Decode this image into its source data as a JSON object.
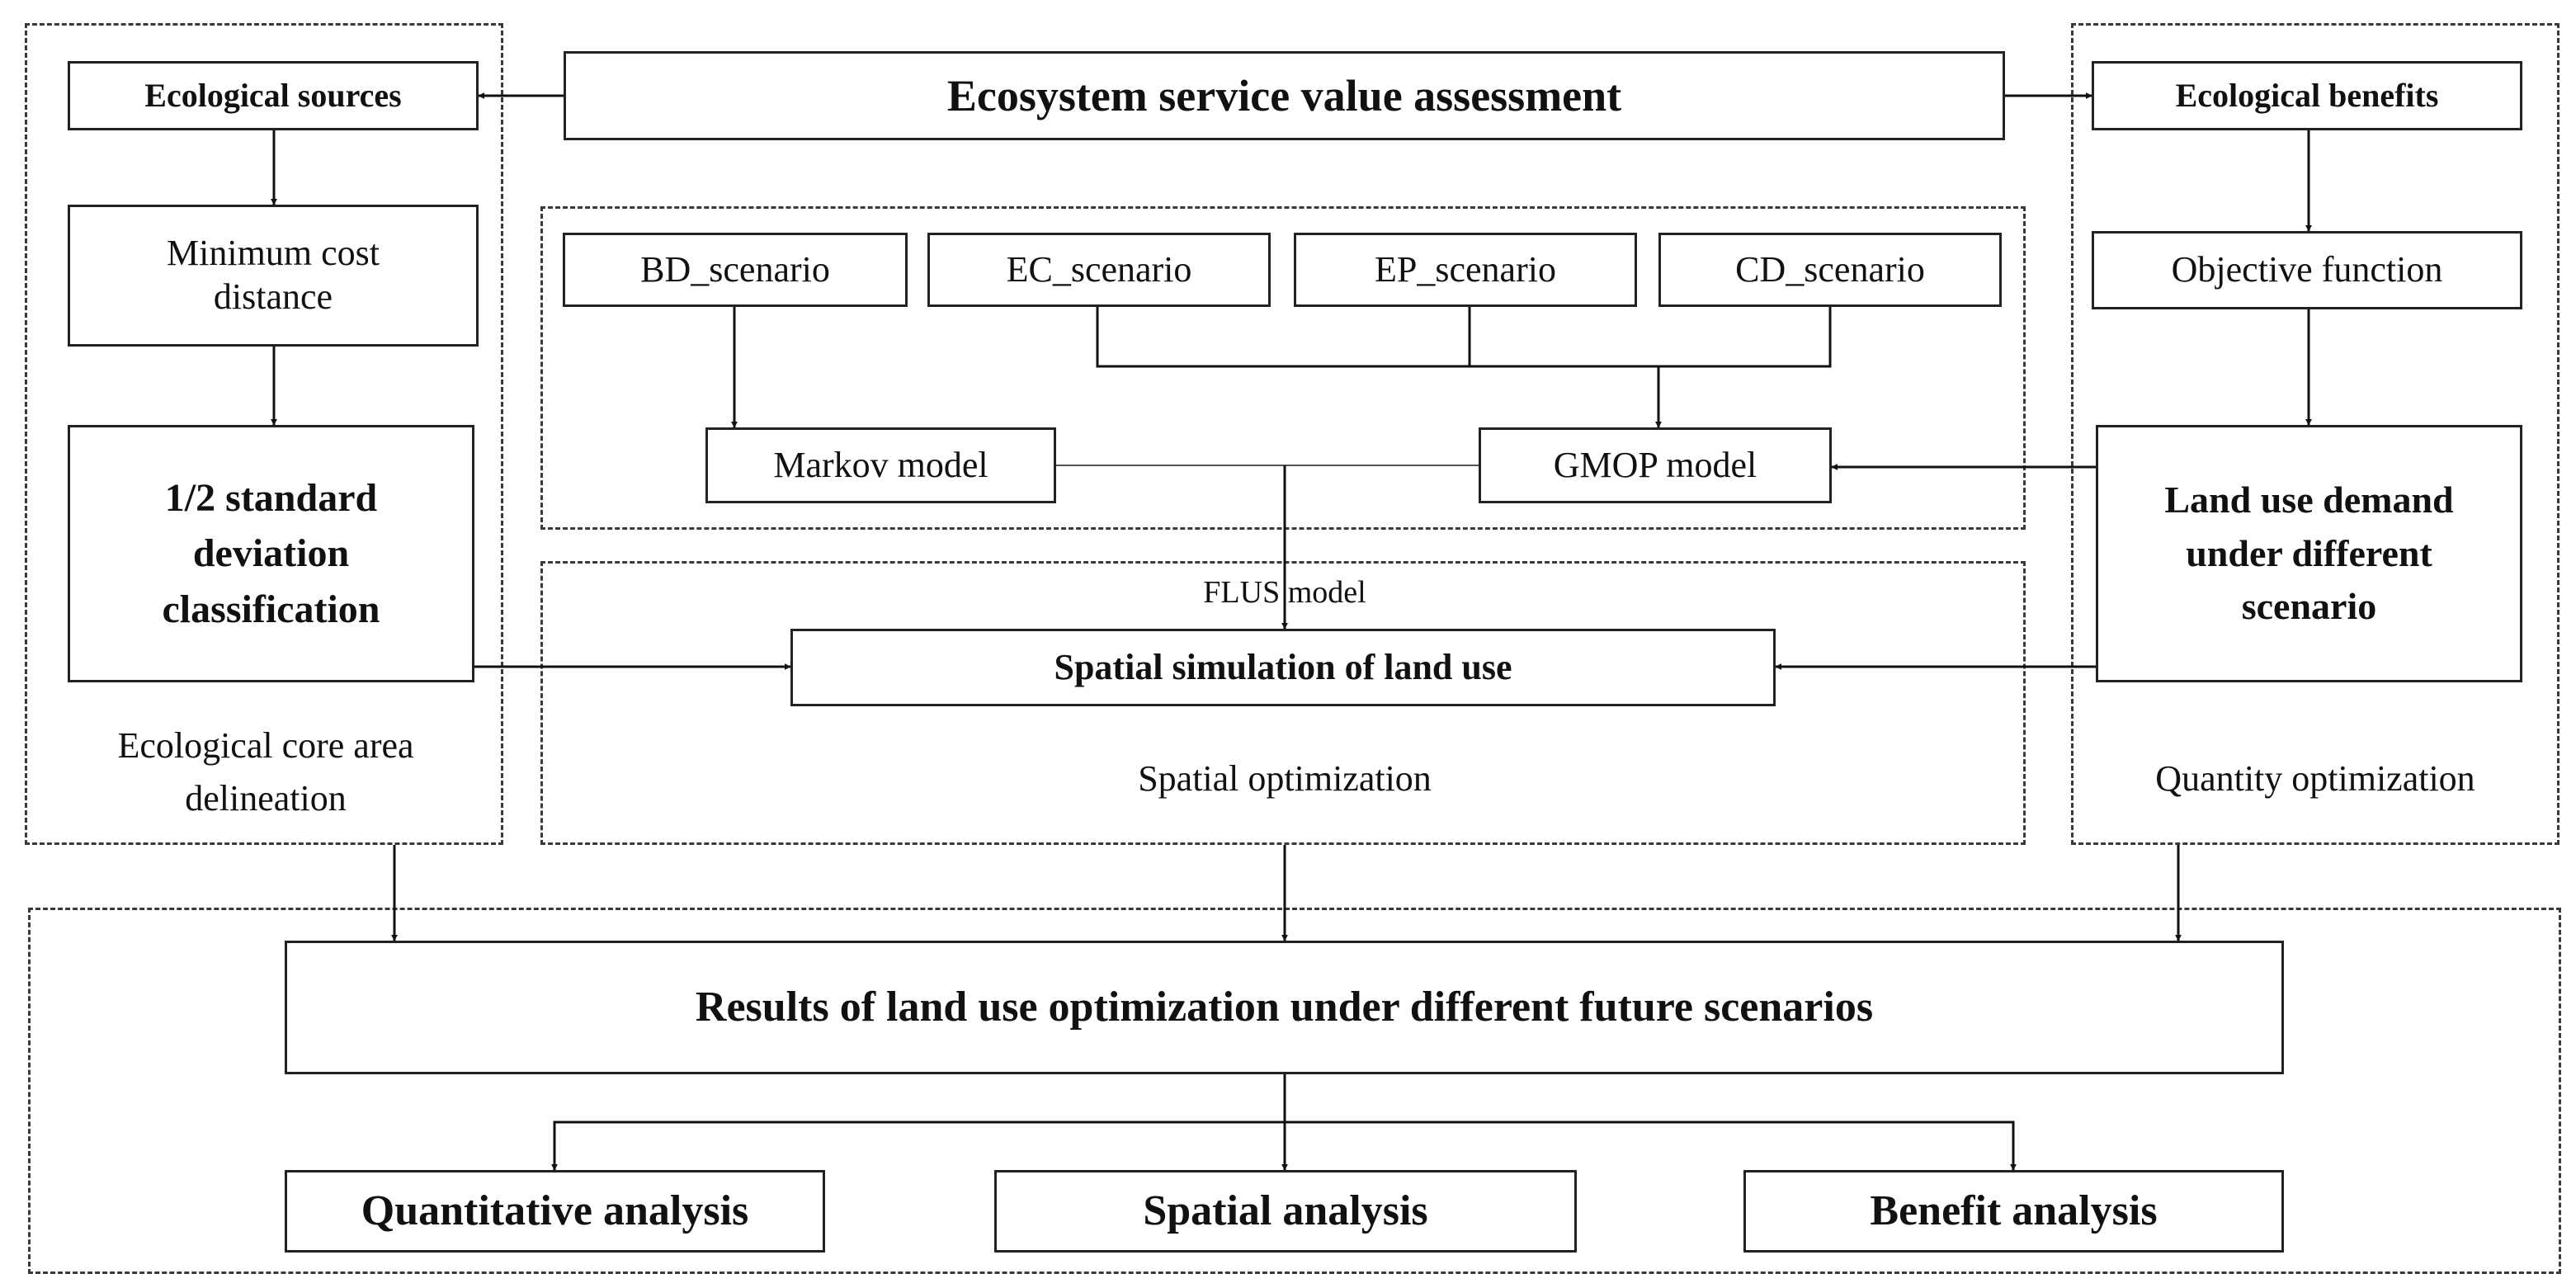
{
  "nodes": {
    "ecosystem_assessment": "Ecosystem service value assessment",
    "ecological_sources": "Ecological sources",
    "minimum_cost_distance": "Minimum cost distance",
    "std_classification": "1/2 standard deviation classification",
    "ecological_core_caption": "Ecological core area delineation",
    "bd_scenario": "BD_scenario",
    "ec_scenario": "EC_scenario",
    "ep_scenario": "EP_scenario",
    "cd_scenario": "CD_scenario",
    "markov_model": "Markov model",
    "gmop_model": "GMOP model",
    "flus_model": "FLUS model",
    "spatial_simulation": "Spatial simulation of land use",
    "spatial_optimization_caption": "Spatial optimization",
    "ecological_benefits": "Ecological benefits",
    "objective_function": "Objective function",
    "land_use_demand": "Land use demand under different scenario",
    "quantity_optimization_caption": "Quantity optimization",
    "results": "Results of land use optimization under different future scenarios",
    "quantitative_analysis": "Quantitative analysis",
    "spatial_analysis": "Spatial analysis",
    "benefit_analysis": "Benefit analysis"
  }
}
